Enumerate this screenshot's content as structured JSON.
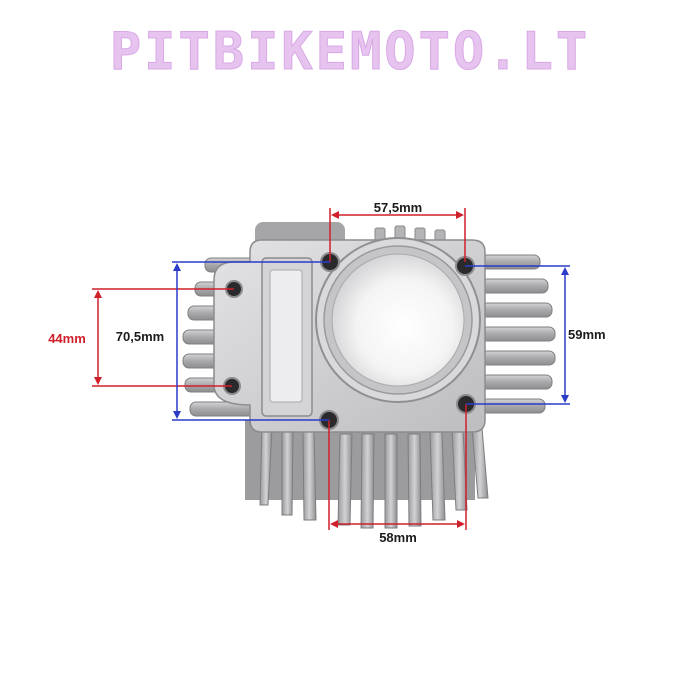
{
  "watermark": {
    "text": "PITBIKEMOTO.LT"
  },
  "dimensions": {
    "top_bolt_spacing": "57,5mm",
    "bottom_bolt_spacing": "58mm",
    "right_vertical_spacing": "59mm",
    "left_outer_height": "70,5mm",
    "left_inner_height": "44mm"
  },
  "colors": {
    "blue_dimension": "#2b3cc8",
    "red_dimension": "#d0202a",
    "watermark": "#e6c4ef",
    "aluminum": "#b9b9bb"
  }
}
